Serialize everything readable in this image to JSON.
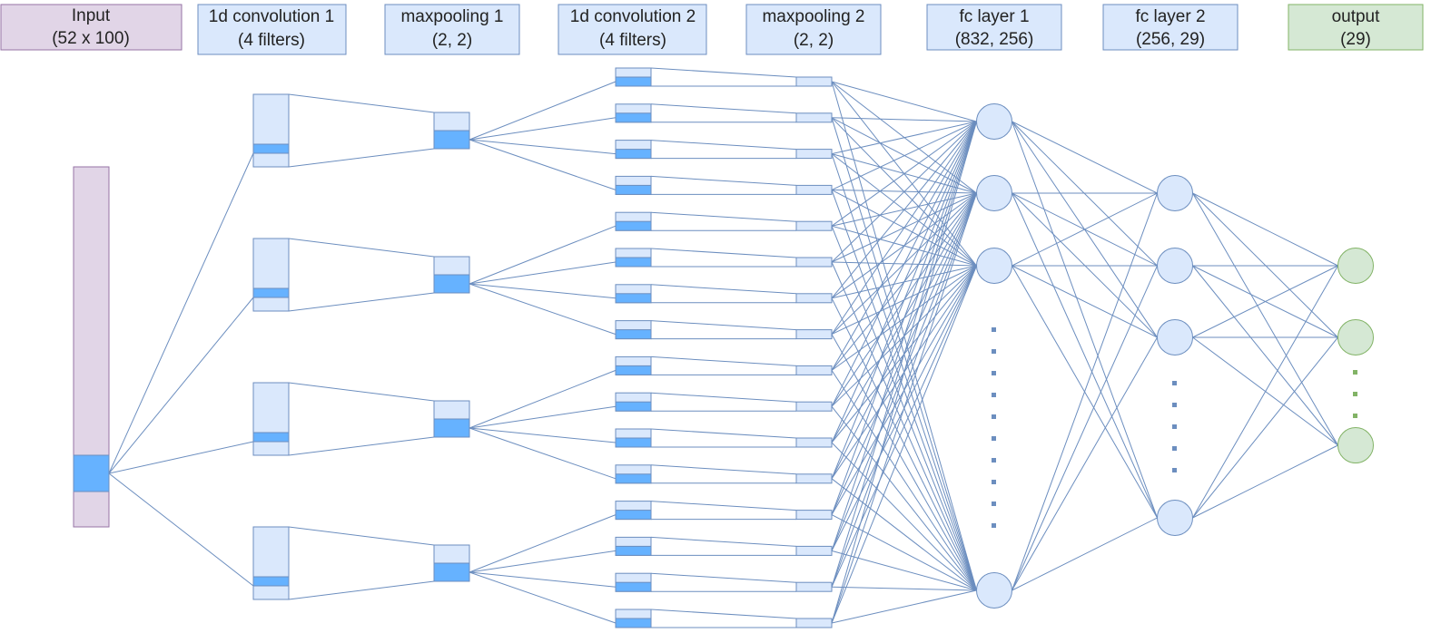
{
  "headers": [
    {
      "line1": "Input",
      "line2": "(52 x 100)"
    },
    {
      "line1": "1d convolution 1",
      "line2": "(4 filters)"
    },
    {
      "line1": "maxpooling 1",
      "line2": "(2, 2)"
    },
    {
      "line1": "1d convolution 2",
      "line2": "(4 filters)"
    },
    {
      "line1": "maxpooling 2",
      "line2": "(2, 2)"
    },
    {
      "line1": "fc layer 1",
      "line2": "(832, 256)"
    },
    {
      "line1": "fc layer 2",
      "line2": "(256, 29)"
    },
    {
      "line1": "output",
      "line2": "(29)"
    }
  ],
  "colors": {
    "input_fill": "#e1d5e7",
    "input_stroke": "#9673a6",
    "layer_fill": "#dae8fc",
    "layer_stroke": "#6c8ebf",
    "highlight_fill": "#66b2ff",
    "output_fill": "#d5e8d4",
    "output_stroke": "#82b366",
    "edge": "#6c8ebf",
    "dots_blue": "#6c8ebf",
    "dots_green": "#82b366"
  }
}
